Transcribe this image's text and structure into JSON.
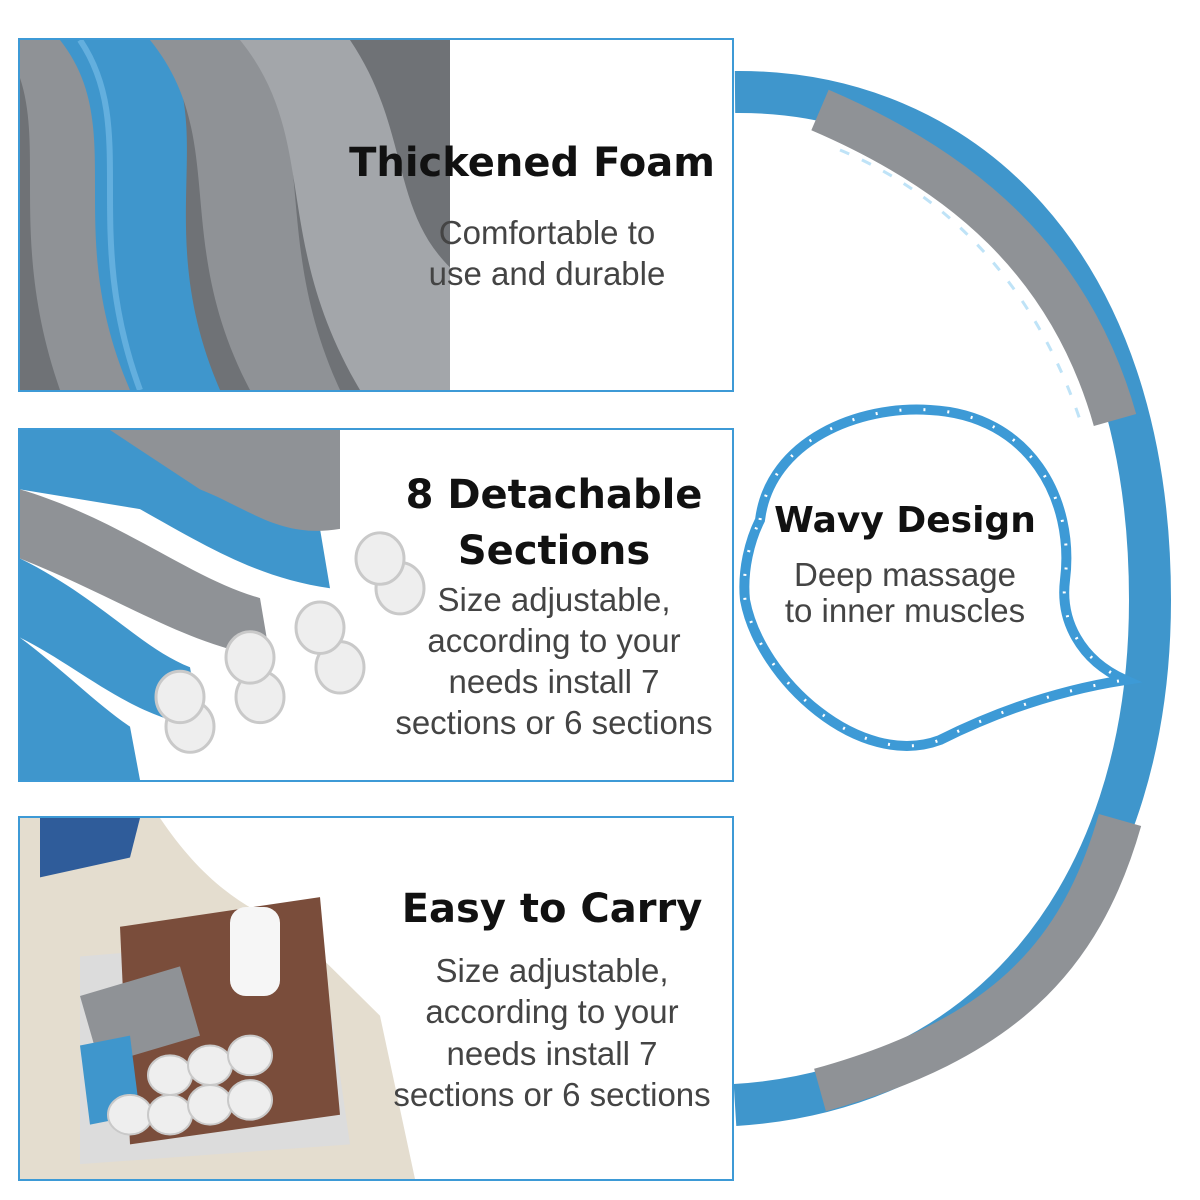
{
  "colors": {
    "accent_blue": "#3d9ad6",
    "foam_blue": "#3f96cc",
    "foam_gray": "#8f9296",
    "connector_white": "#eeeeee"
  },
  "features": [
    {
      "title_lines": [
        "Thickened Foam"
      ],
      "desc_lines": [
        "Comfortable to",
        "use and durable"
      ]
    },
    {
      "title_lines": [
        "8 Detachable",
        "Sections"
      ],
      "desc_lines": [
        "Size adjustable,",
        "according to your",
        "needs install 7",
        "sections or 6 sections"
      ]
    },
    {
      "title_lines": [
        "Easy to Carry"
      ],
      "desc_lines": [
        "Size adjustable,",
        "according to your",
        "needs install 7",
        "sections or 6 sections"
      ]
    }
  ],
  "bubble": {
    "title": "Wavy Design",
    "desc_lines": [
      "Deep massage",
      "to inner muscles"
    ]
  }
}
